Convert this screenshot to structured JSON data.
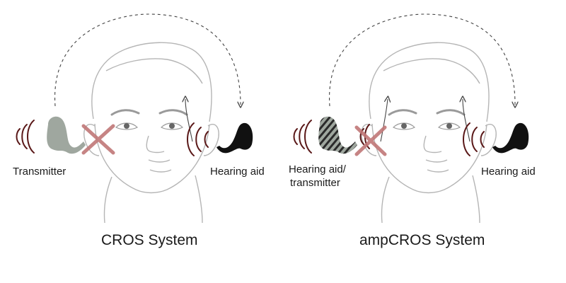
{
  "colors": {
    "outline": "#b5b5b5",
    "feature": "#9a9a9a",
    "device_gray": "#9fa79f",
    "device_black": "#111111",
    "sound_wave": "#5a1818",
    "cross": "#c07777",
    "arrow": "#444444"
  },
  "panels": [
    {
      "caption": "CROS System",
      "left_label": "Transmitter",
      "right_label": "Hearing aid"
    },
    {
      "caption": "ampCROS System",
      "left_label_line1": "Hearing aid/",
      "left_label_line2": "transmitter",
      "right_label": "Hearing aid"
    }
  ]
}
